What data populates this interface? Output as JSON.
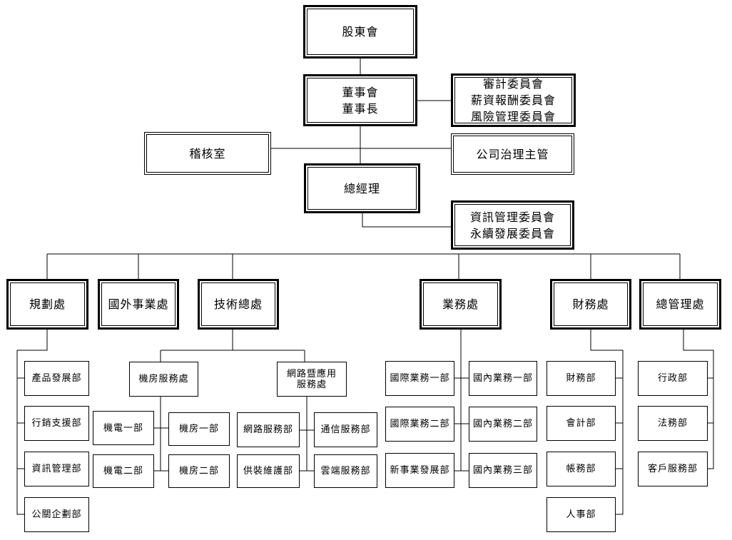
{
  "chart": {
    "top": {
      "shareholders": [
        "股東會"
      ],
      "board": [
        "董事會",
        "董事長"
      ],
      "committees": [
        "審計委員會",
        "薪資報酬委員會",
        "風險管理委員會"
      ],
      "audit_office": [
        "稽核室"
      ],
      "governance_officer": [
        "公司治理主管"
      ],
      "general_manager": [
        "總經理"
      ],
      "mgmt_committees": [
        "資訊管理委員會",
        "永續發展委員會"
      ]
    },
    "divisions": {
      "planning": [
        "規劃處"
      ],
      "overseas": [
        "國外事業處"
      ],
      "technology": [
        "技術總處"
      ],
      "business": [
        "業務處"
      ],
      "finance": [
        "財務處"
      ],
      "admin": [
        "總管理處"
      ]
    },
    "planning_depts": {
      "product_dev": [
        "產品發展部"
      ],
      "marketing_support": [
        "行銷支援部"
      ],
      "info_mgmt": [
        "資訊管理部"
      ],
      "pr_planning": [
        "公關企劃部"
      ]
    },
    "tech": {
      "datacenter_service": [
        "機房服務處"
      ],
      "network_app_service": [
        "網路暨應用",
        "服務處"
      ],
      "mep1": [
        "機電一部"
      ],
      "mep2": [
        "機電二部"
      ],
      "dc1": [
        "機房一部"
      ],
      "dc2": [
        "機房二部"
      ],
      "network_service": [
        "網路服務部"
      ],
      "installation_maintenance": [
        "供裝維護部"
      ],
      "telecom_service": [
        "通信服務部"
      ],
      "cloud_service": [
        "雲端服務部"
      ]
    },
    "business_depts": {
      "intl1": [
        "國際業務一部"
      ],
      "intl2": [
        "國際業務二部"
      ],
      "new_business": [
        "新事業發展部"
      ],
      "domestic1": [
        "國內業務一部"
      ],
      "domestic2": [
        "國內業務二部"
      ],
      "domestic3": [
        "國內業務三部"
      ]
    },
    "finance_depts": {
      "finance": [
        "財務部"
      ],
      "accounting": [
        "會計部"
      ],
      "accounts": [
        "帳務部"
      ],
      "hr": [
        "人事部"
      ]
    },
    "admin_depts": {
      "administration": [
        "行政部"
      ],
      "legal": [
        "法務部"
      ],
      "customer_service": [
        "客戶服務部"
      ]
    }
  }
}
